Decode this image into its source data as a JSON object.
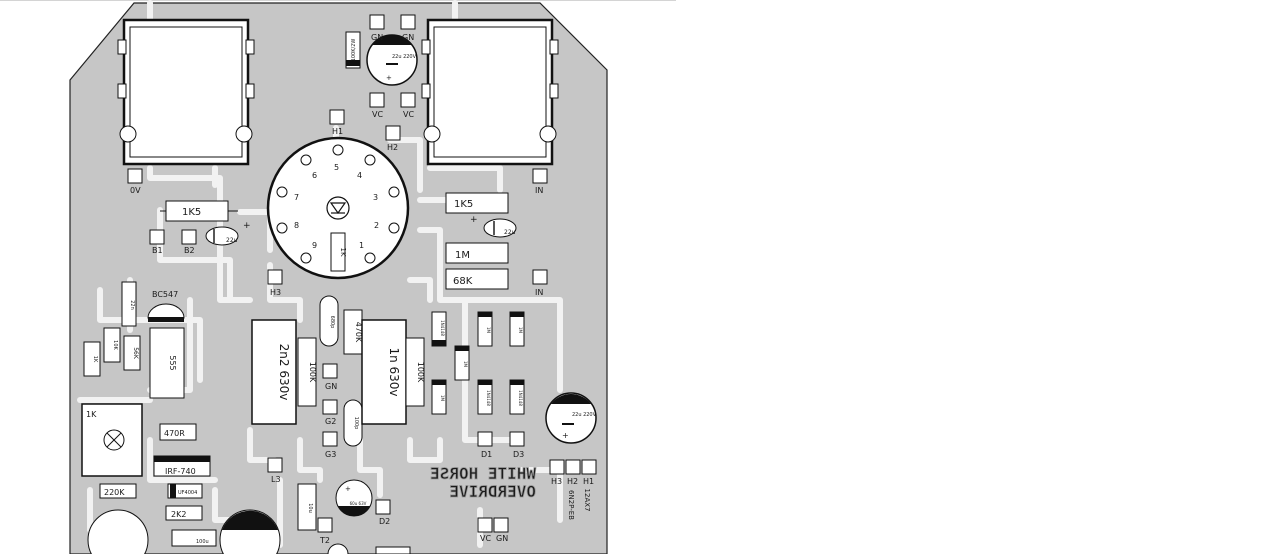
{
  "colors": {
    "board": "#c6c6c6",
    "copper": "#b8b8b8",
    "trace": "#f2f2f2",
    "ink": "#111111",
    "pad": "#ffffff"
  },
  "board": {
    "title_line1": "WHITE HORSE",
    "title_line2": "OVERDRIVE"
  },
  "tube_socket": {
    "pins": [
      "1",
      "2",
      "3",
      "4",
      "5",
      "6",
      "7",
      "8",
      "9"
    ],
    "heater_resistor": "1K"
  },
  "pads": {
    "top_gn1": "GN",
    "top_gn2": "GN",
    "top_vc1": "VC",
    "top_vc2": "VC",
    "h1_top": "H1",
    "h2_top": "H2",
    "ov": "0V",
    "in_top": "IN",
    "in_mid": "IN",
    "b1": "B1",
    "b2": "B2",
    "h3_mid": "H3",
    "gn_mid": "GN",
    "g2": "G2",
    "g3": "G3",
    "l3": "L3",
    "d1": "D1",
    "d3": "D3",
    "d2": "D2",
    "t2": "T2",
    "h3_r": "H3",
    "h2_r": "H2",
    "h1_r": "H1",
    "vc_bot": "VC",
    "gn_bot": "GN"
  },
  "components": {
    "top_cap_res": "100K/2W",
    "top_elec": "22u 220V",
    "r_1k5_left": "1K5",
    "c_22u_left": "22u",
    "r_1k5_right": "1K5",
    "c_22u_right": "22u",
    "r_1m": "1M",
    "r_68k": "68K",
    "transistor": "BC547",
    "ic_555": "555",
    "c_small_1": "22n",
    "r_10k": "10K",
    "r_56k": "56K",
    "r_1k_small": "1K",
    "trimmer": "1K",
    "r_470r": "470R",
    "regulator": "IRF-740",
    "r_220k": "220K",
    "diode": "UF4004",
    "r_2k2": "2K2",
    "c_100u": "100u",
    "cap_2n2": "2n2 630v",
    "r_100k_a": "100K",
    "c_680p": "680p",
    "r_470k": "470K",
    "cap_1n": "1n 630v",
    "r_100k_b": "100K",
    "c_100p": "100p",
    "diode_1n4148_a": "1N4148",
    "diode_1n4148_b": "1N4148",
    "diode_1n4148_c": "1N4148",
    "r_1m_small_a": "1M",
    "r_1m_small_b": "1M",
    "r_1m_small_c": "1M",
    "r_1m_small_d": "1M",
    "c_22u_right_bottom": "22u 220V",
    "c_60u": "60u 63V",
    "c_10u": "10u",
    "tube_12ax7": "12AX7",
    "tube_6n2p": "6N2P-EB"
  }
}
